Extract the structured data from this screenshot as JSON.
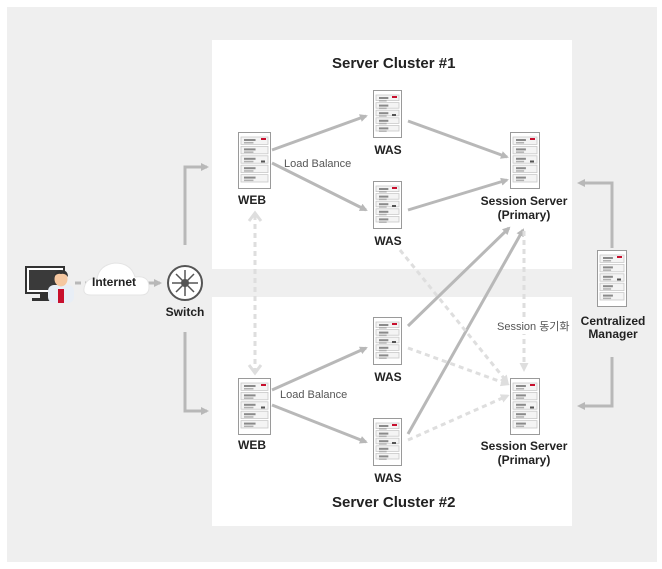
{
  "clusters": {
    "cluster1_title": "Server Cluster #1",
    "cluster2_title": "Server Cluster #2"
  },
  "nodes": {
    "internet": "Internet",
    "switch": "Switch",
    "web1": "WEB",
    "web2": "WEB",
    "was": "WAS",
    "session_server_line1": "Session Server",
    "session_server_line2": "(Primary)",
    "manager_line1": "Centralized",
    "manager_line2": "Manager"
  },
  "edges": {
    "load_balance": "Load Balance",
    "session_sync": "Session 동기화"
  },
  "colors": {
    "arrow": "#b8b8b8",
    "background": "#efefef",
    "panel": "#ffffff",
    "server_accent": "#c8102e"
  },
  "icons": [
    "user-at-computer-icon",
    "cloud-icon",
    "switch-icon",
    "server-icon"
  ]
}
